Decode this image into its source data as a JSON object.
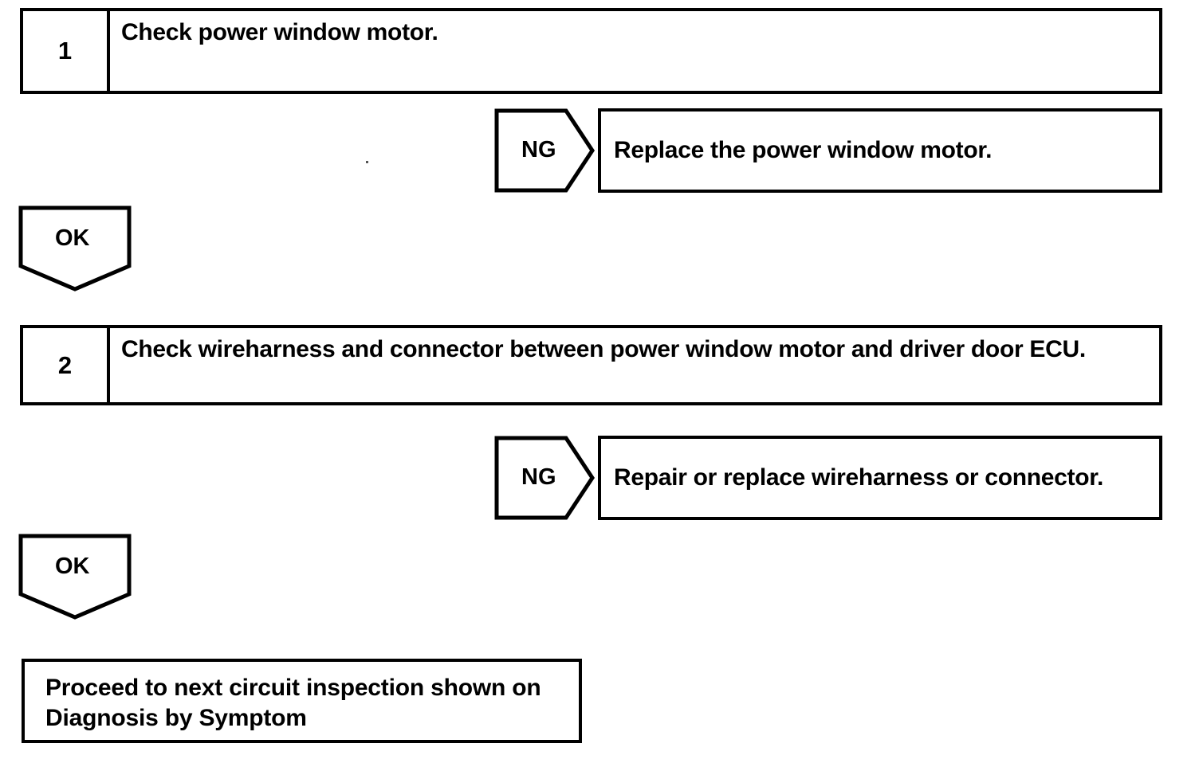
{
  "document": {
    "type": "troubleshooting-flowchart",
    "background_color": "#ffffff",
    "line_color": "#000000"
  },
  "steps": [
    {
      "number": "1",
      "text": "Check power window motor.",
      "branch": {
        "label": "NG",
        "result": "Replace the power window motor."
      },
      "pass": {
        "label": "OK"
      }
    },
    {
      "number": "2",
      "text": "Check wireharness and connector between power window motor and driver door ECU.",
      "branch": {
        "label": "NG",
        "result": "Repair or replace wireharness or connector."
      },
      "pass": {
        "label": "OK"
      }
    }
  ],
  "terminal": {
    "line1": "Proceed to next circuit inspection shown on",
    "line2": "Diagnosis by Symptom"
  }
}
